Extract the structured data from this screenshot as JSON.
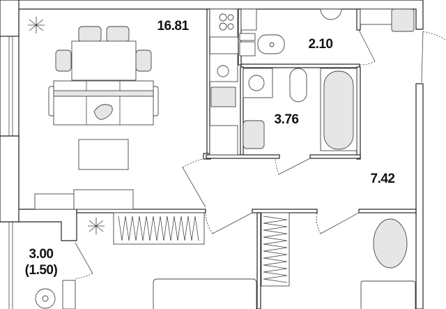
{
  "plan": {
    "rooms": [
      {
        "name": "living-room",
        "area": "16.81"
      },
      {
        "name": "toilet",
        "area": "2.10"
      },
      {
        "name": "bathroom",
        "area": "3.76"
      },
      {
        "name": "hallway",
        "area": "7.42"
      },
      {
        "name": "balcony",
        "area": "3.00",
        "reduced_area": "(1.50)"
      }
    ],
    "colors": {
      "wall": "#222222",
      "fixture_fill": "#e6e6e6",
      "background": "#ffffff"
    }
  }
}
